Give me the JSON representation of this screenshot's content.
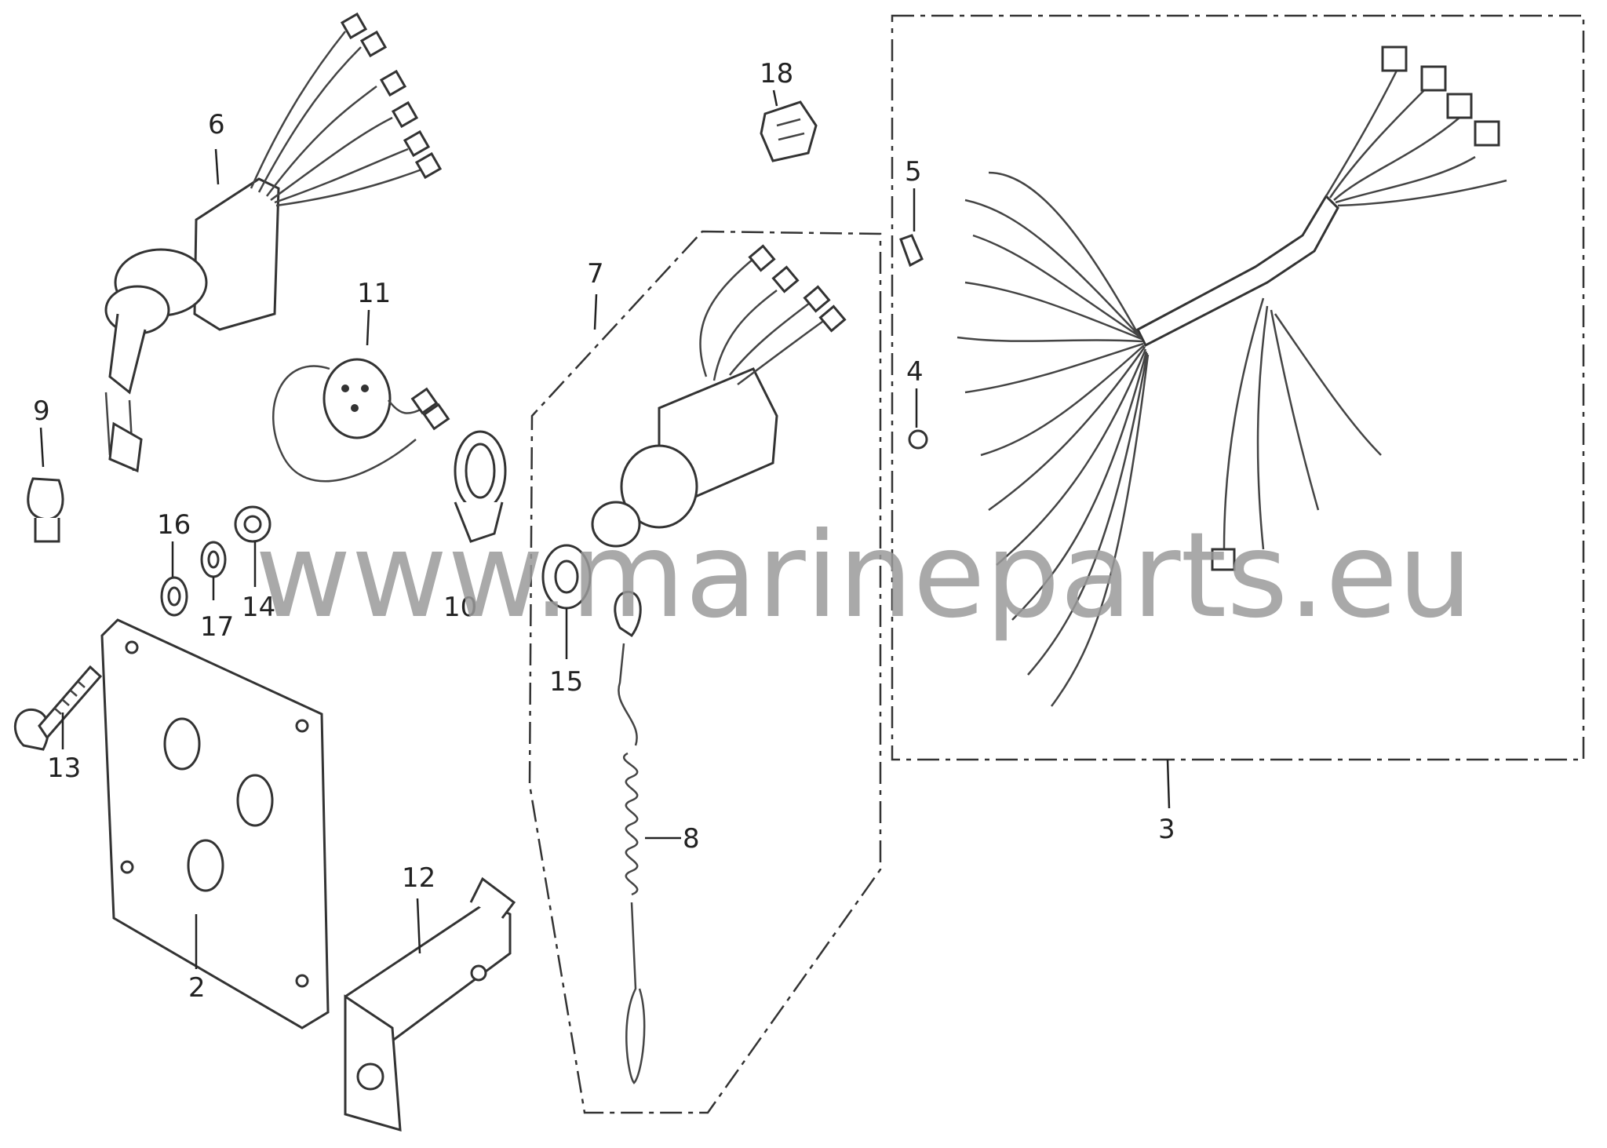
{
  "callouts": [
    "2",
    "3",
    "4",
    "5",
    "6",
    "7",
    "8",
    "9",
    "10",
    "11",
    "12",
    "13",
    "14",
    "15",
    "16",
    "17",
    "18"
  ],
  "watermark": "www.marineparts.eu"
}
